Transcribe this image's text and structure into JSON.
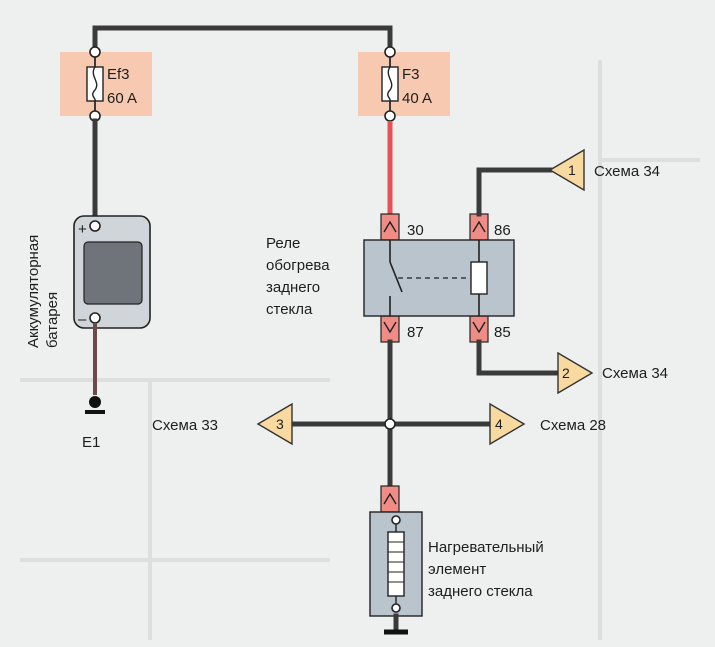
{
  "fuses": [
    {
      "name": "Ef3",
      "rating": "60 A"
    },
    {
      "name": "F3",
      "rating": "40 A"
    }
  ],
  "battery": {
    "label_line1": "Аккумуляторная",
    "label_line2": "батарея",
    "plus": "+",
    "minus": "–"
  },
  "ground": {
    "label": "E1"
  },
  "relay": {
    "label": [
      "Реле",
      "обогрева",
      "заднего",
      "стекла"
    ],
    "pins": {
      "p30": "30",
      "p86": "86",
      "p87": "87",
      "p85": "85"
    }
  },
  "heater": {
    "label": [
      "Нагревательный",
      "элемент",
      "заднего стекла"
    ]
  },
  "references": [
    {
      "num": "1",
      "label": "Схема 34"
    },
    {
      "num": "2",
      "label": "Схема 34"
    },
    {
      "num": "3",
      "label": "Схема 33"
    },
    {
      "num": "4",
      "label": "Схема 28"
    }
  ],
  "colors": {
    "wire": "#3a3a3a",
    "power_wire": "#e8505a",
    "connector": "#f08c86",
    "fuse_tag": "#f7c9b0",
    "ref_triangle": "#f8d9a0",
    "relay_body": "#b9c4cc"
  }
}
